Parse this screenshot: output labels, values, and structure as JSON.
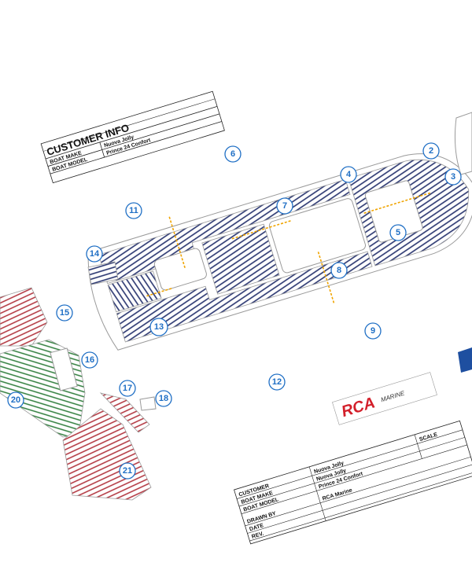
{
  "customer_info": {
    "title": "CUSTOMER INFO",
    "rows": [
      {
        "label": "BOAT MAKE",
        "value": "Nuova Jolly"
      },
      {
        "label": "BOAT MODEL",
        "value": "Prince 24 Confort"
      }
    ]
  },
  "title_block": {
    "brand": "RCA",
    "brand_sub": "MARINE",
    "rows": [
      {
        "label": "CUSTOMER",
        "value": "Nuova Jolly"
      },
      {
        "label": "BOAT MAKE",
        "value": "Nuova Jolly"
      },
      {
        "label": "BOAT MODEL",
        "value": "Prince 24 Confort"
      },
      {
        "label": "DRAWN BY",
        "value": "RCA Marine"
      },
      {
        "label": "DATE",
        "value": ""
      },
      {
        "label": "REV.",
        "value": ""
      }
    ],
    "scale_label": "SCALE"
  },
  "part_numbers": [
    "2",
    "3",
    "4",
    "5",
    "6",
    "7",
    "8",
    "9",
    "11",
    "12",
    "13",
    "14",
    "15",
    "16",
    "17",
    "18",
    "20",
    "21"
  ],
  "colors": {
    "navy_stripes": "#27336e",
    "red_stripes": "#b0303a",
    "green_stripes": "#2f7d3c",
    "callout_blue": "#1f6fc5",
    "cut_line": "#f0a400"
  }
}
